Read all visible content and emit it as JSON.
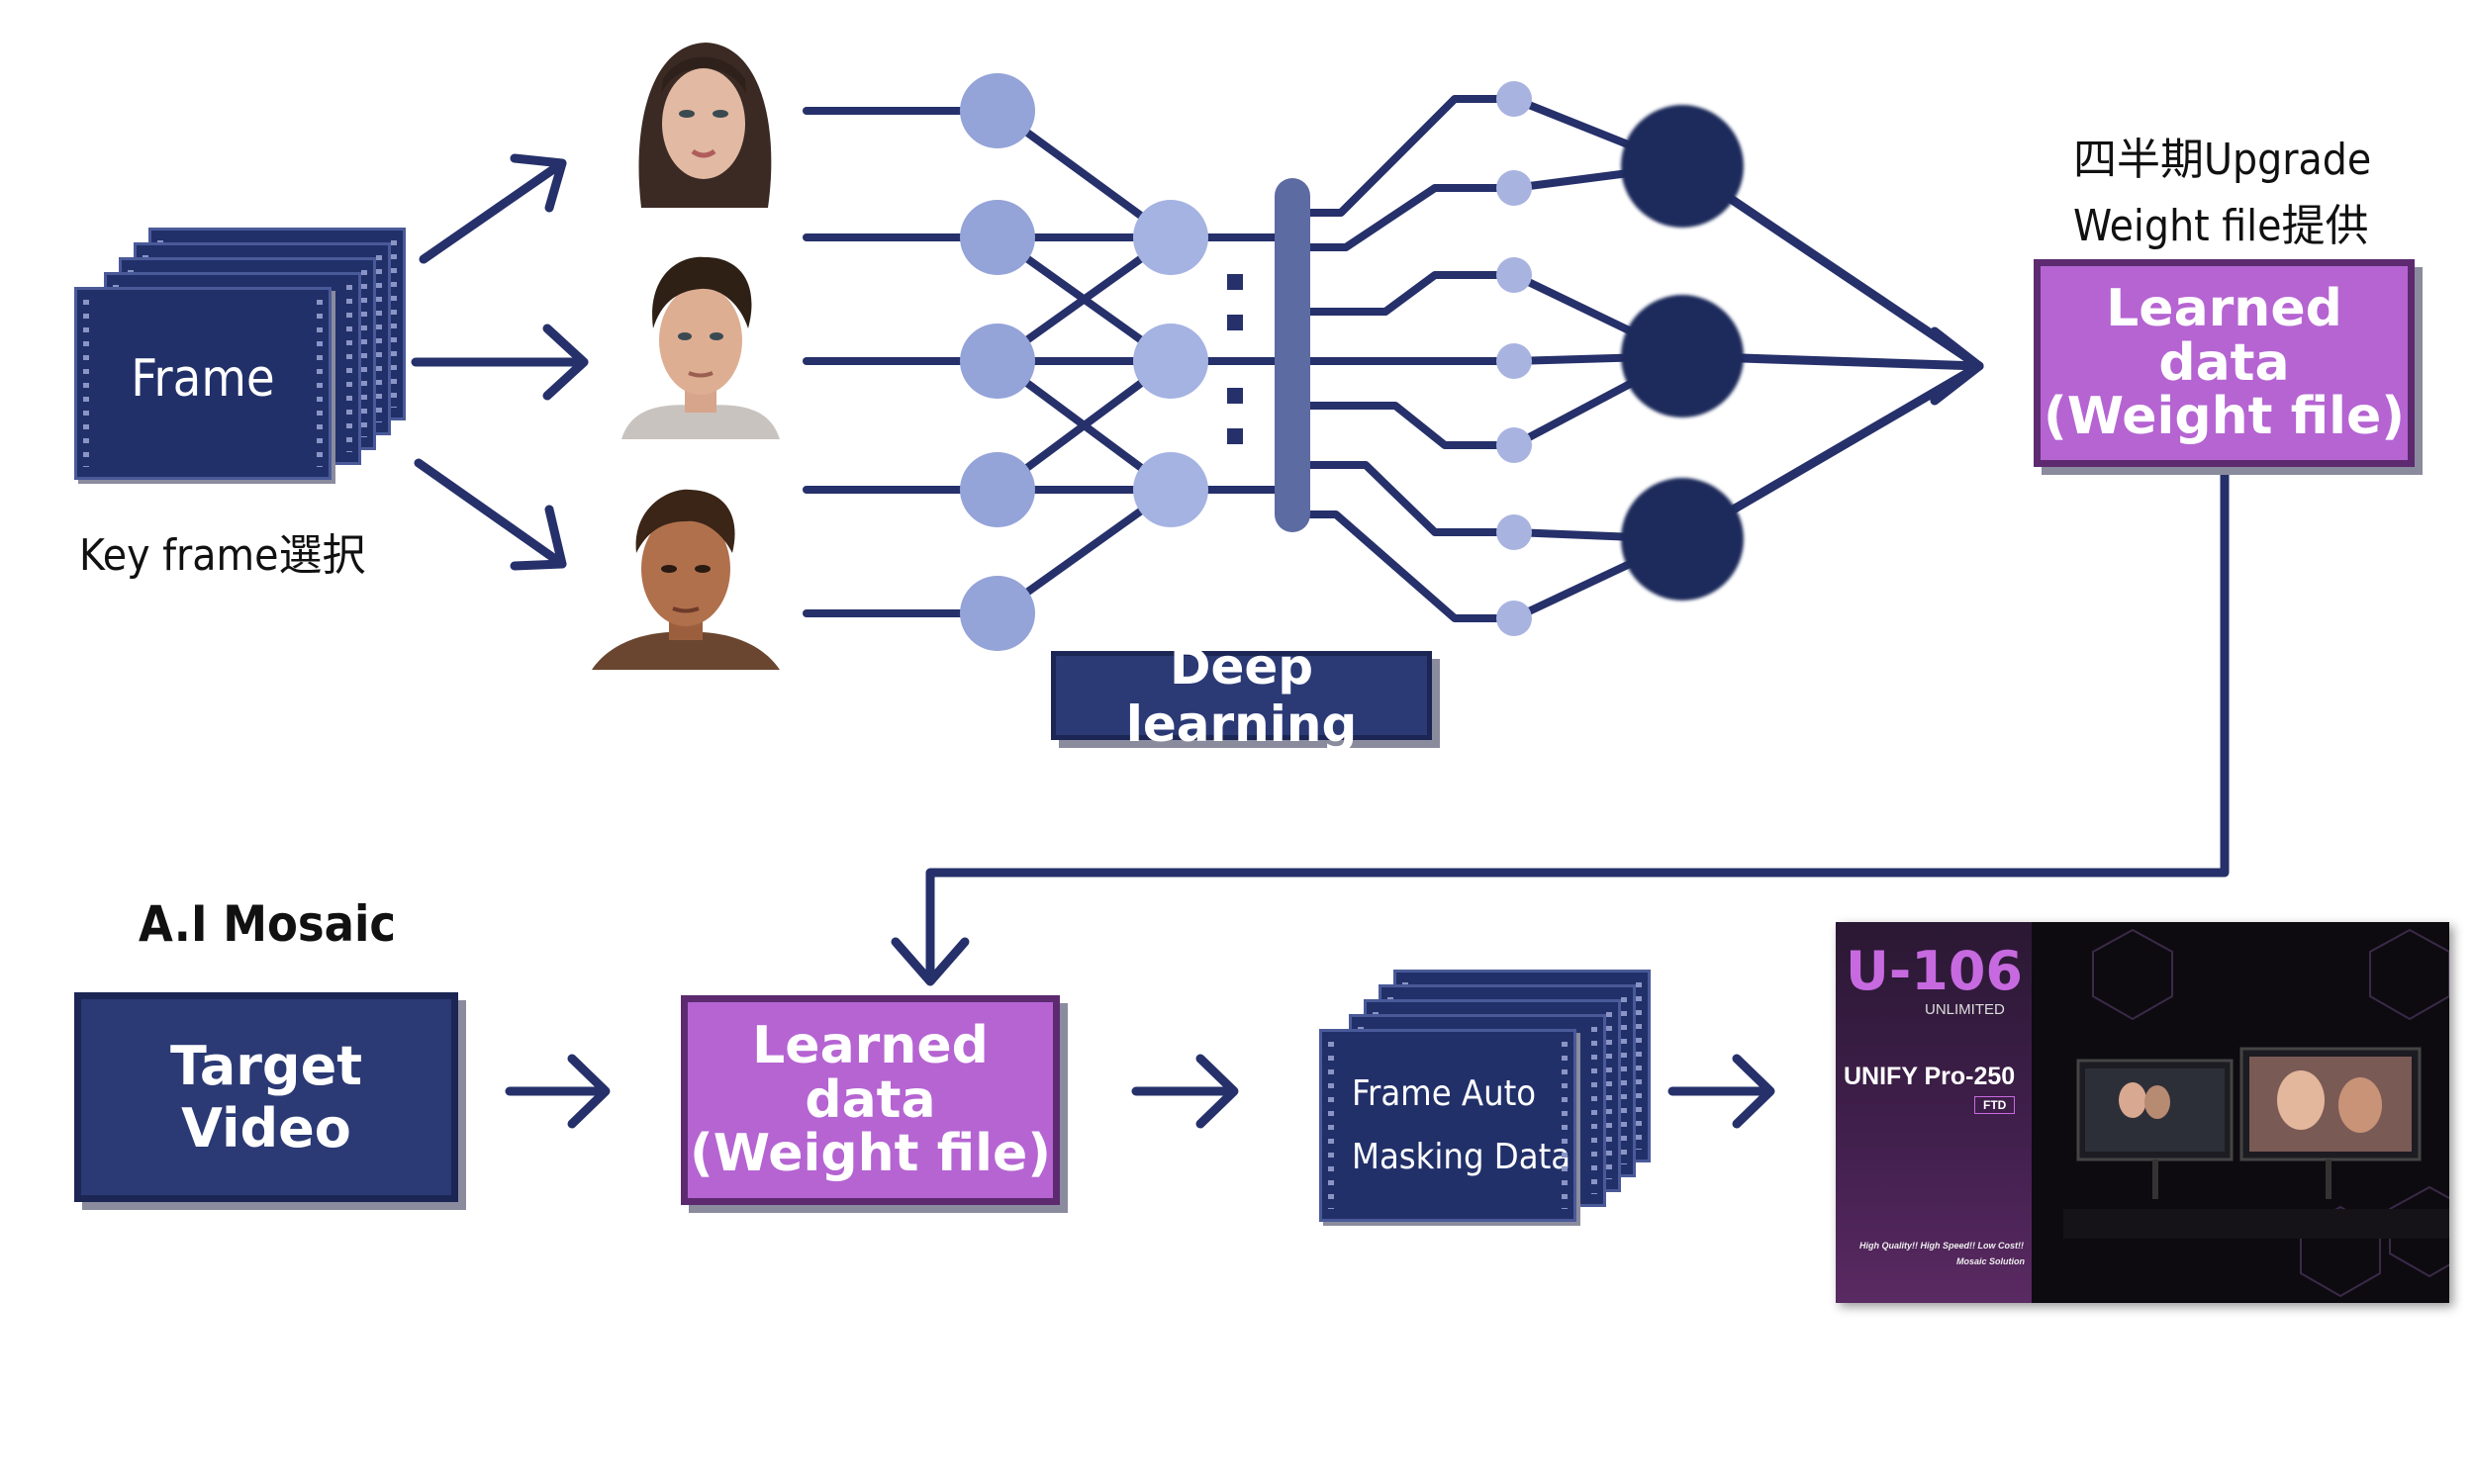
{
  "labels": {
    "frame": "Frame",
    "key_frame": "Key frame選択",
    "deep_learning": "Deep learning",
    "upgrade_line1": "四半期Upgrade",
    "upgrade_line2": "Weight file提供",
    "learned_top_1": "Learned data",
    "learned_top_2": "(Weight file)",
    "ai_mosaic": "A.I Mosaic",
    "target_video": "Target Video",
    "learned_bottom_1": "Learned data",
    "learned_bottom_2": "(Weight file)",
    "masking_1": "Frame Auto",
    "masking_2": "Masking Data"
  },
  "product": {
    "brand": "U-106",
    "brand_sub": "UNLIMITED",
    "model": "UNIFY Pro-250",
    "badge": "FTD",
    "tagline_1": "High Quality!! High Speed!! Low Cost!!",
    "tagline_2": "Mosaic Solution"
  },
  "colors": {
    "navy": "#2b3a75",
    "dark_navy": "#1f2a5c",
    "node_light": "#94a3d8",
    "purple": "#b564d2",
    "arrow": "#2b3470"
  }
}
